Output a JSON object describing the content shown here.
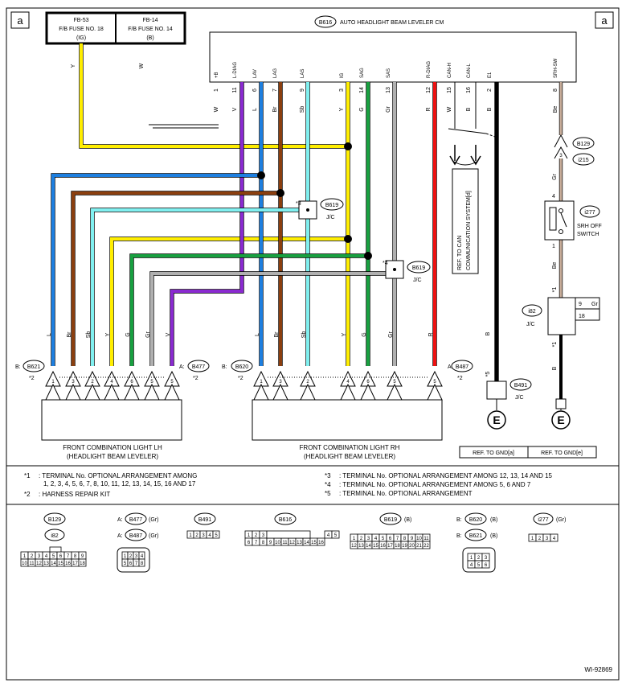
{
  "page_marker": "a",
  "doc_id": "WI-92869",
  "fuses": [
    {
      "code": "FB-53",
      "line1": "F/B FUSE NO. 18",
      "line2": "(IG)",
      "wire": "Y"
    },
    {
      "code": "FB-14",
      "line1": "F/B FUSE NO. 14",
      "line2": "(B)",
      "wire": "W"
    }
  ],
  "cm": {
    "connector": "B616",
    "title": "AUTO HEADLIGHT BEAM LEVELER CM",
    "pins": [
      {
        "signal": "+B",
        "pin": "1",
        "wire": "W"
      },
      {
        "signal": "L-DIAG",
        "pin": "11",
        "wire": "V"
      },
      {
        "signal": "LAV",
        "pin": "6",
        "wire": "L"
      },
      {
        "signal": "LAG",
        "pin": "7",
        "wire": "Br"
      },
      {
        "signal": "LAS",
        "pin": "9",
        "wire": "Sb"
      },
      {
        "signal": "IG",
        "pin": "3",
        "wire": "Y"
      },
      {
        "signal": "SAG",
        "pin": "14",
        "wire": "G"
      },
      {
        "signal": "SAS",
        "pin": "13",
        "wire": "Gr"
      },
      {
        "signal": "R-DIAG",
        "pin": "12",
        "wire": "R"
      },
      {
        "signal": "CAN-H",
        "pin": "15",
        "wire": "W"
      },
      {
        "signal": "CAN-L",
        "pin": "16",
        "wire": "B"
      },
      {
        "signal": "E1",
        "pin": "2",
        "wire": "B"
      },
      {
        "signal": "SRH-SW",
        "pin": "8",
        "wire": "Be"
      }
    ]
  },
  "can_ref": {
    "line1": "REF. TO CAN",
    "line2": "COMMUNICATION SYSTEM[d]"
  },
  "jc": [
    {
      "connector": "B619",
      "label": "J/C",
      "marker": "*3"
    },
    {
      "connector": "B619",
      "label": "J/C",
      "marker": "*4"
    },
    {
      "connector": "i82",
      "label": "J/C",
      "pin_a": "9",
      "pin_b": "18",
      "wire": "Gr"
    },
    {
      "connector": "B491",
      "label": "J/C",
      "marker": "*5"
    }
  ],
  "srh_connectors": {
    "a": "B129",
    "b": "i215",
    "pin": "3",
    "wire_mid": "Gr"
  },
  "srh_switch": {
    "connector": "i277",
    "line1": "SRH OFF",
    "line2": "SWITCH",
    "pin_top": "4",
    "pin_bottom": "1",
    "wire_below": "Be",
    "marker": "*1",
    "wire_low": "B"
  },
  "lh": {
    "title1": "FRONT COMBINATION LIGHT LH",
    "title2": "(HEADLIGHT BEAM LEVELER)",
    "conn_b": "B621",
    "conn_a": "B477",
    "b_prefix": "B:",
    "a_prefix": "A:",
    "marker": "*2",
    "wires": [
      "L",
      "Br",
      "Sb",
      "Y",
      "G",
      "Gr",
      "V"
    ],
    "pins": [
      "1",
      "3",
      "2",
      "4",
      "6",
      "5",
      "5"
    ]
  },
  "rh": {
    "title1": "FRONT COMBINATION LIGHT RH",
    "title2": "(HEADLIGHT BEAM LEVELER)",
    "conn_b": "B620",
    "conn_a": "B487",
    "b_prefix": "B:",
    "a_prefix": "A:",
    "marker": "*2",
    "wires": [
      "L",
      "Br",
      "Sb",
      "Y",
      "G",
      "Gr",
      "R"
    ],
    "pins": [
      "1",
      "3",
      "2",
      "4",
      "6",
      "5",
      "5"
    ]
  },
  "gnd_refs": [
    "REF. TO GND[a]",
    "REF. TO GND[e]"
  ],
  "ground_symbol": "E",
  "wire_colors": {
    "Y": "#ffee00",
    "L": "#1d7fe0",
    "Br": "#8b3f0f",
    "Sb": "#80f0f0",
    "G": "#18a040",
    "Gr": "#b0b0b0",
    "V": "#8a2ad0",
    "R": "#ee1111",
    "B": "#000000",
    "Be": "#c8ad9a"
  },
  "notes": [
    {
      "mark": "*1",
      "text": ": TERMINAL No. OPTIONAL ARRANGEMENT AMONG",
      "text2": "1, 2, 3, 4, 5, 6, 7, 8, 10, 11, 12, 13, 14, 15, 16 AND 17"
    },
    {
      "mark": "*2",
      "text": ": HARNESS REPAIR KIT"
    },
    {
      "mark": "*3",
      "text": ": TERMINAL No. OPTIONAL ARRANGEMENT AMONG 12, 13, 14 AND 15"
    },
    {
      "mark": "*4",
      "text": ": TERMINAL No. OPTIONAL ARRANGEMENT AMONG 5, 6 AND 7"
    },
    {
      "mark": "*5",
      "text": ": TERMINAL No. OPTIONAL ARRANGEMENT"
    }
  ],
  "legend": {
    "b129": "B129",
    "i82": "i82",
    "b477": "B477",
    "b487": "B487",
    "b477_suffix": "(Gr)",
    "b487_suffix": "(Gr)",
    "b491": "B491",
    "b616": "B616",
    "b619": "B619",
    "b619_suffix": "(B)",
    "b620": "B620",
    "b621": "B621",
    "b620_suffix": "(B)",
    "b621_suffix": "(B)",
    "i277": "i277",
    "i277_suffix": "(Gr)",
    "a_prefix": "A:",
    "b_prefix": "B:"
  }
}
